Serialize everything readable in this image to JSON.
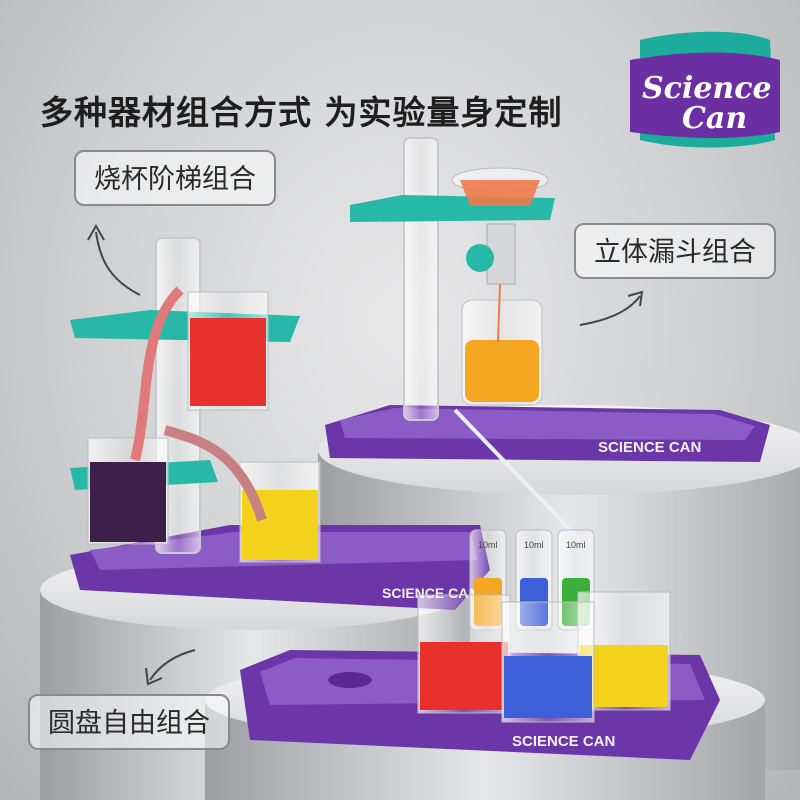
{
  "headline": "多种器材组合方式 为实验量身定制",
  "logo": {
    "line1": "Science",
    "line2": "Can",
    "brand_color": "#6b2fa3",
    "accent_color": "#1dab9c"
  },
  "callouts": {
    "beaker_ladder": "烧杯阶梯组合",
    "funnel_3d": "立体漏斗组合",
    "tray_free": "圆盘自由组合"
  },
  "tray_labels": {
    "back_right": "SCIENCE CAN",
    "middle_left": "SCIENCE CAN",
    "front": "SCIENCE CAN"
  },
  "tube_labels": [
    "10ml",
    "10ml",
    "10ml"
  ],
  "colors": {
    "tray_purple": "#6a36a8",
    "holder_teal": "#27b8a7",
    "liquid_red": "#e8302c",
    "liquid_yellow": "#f2d21a",
    "liquid_orange": "#f5a623",
    "liquid_blue": "#3d5fd8",
    "liquid_purple": "#3d1f4a",
    "liquid_green": "#3cae3a"
  }
}
